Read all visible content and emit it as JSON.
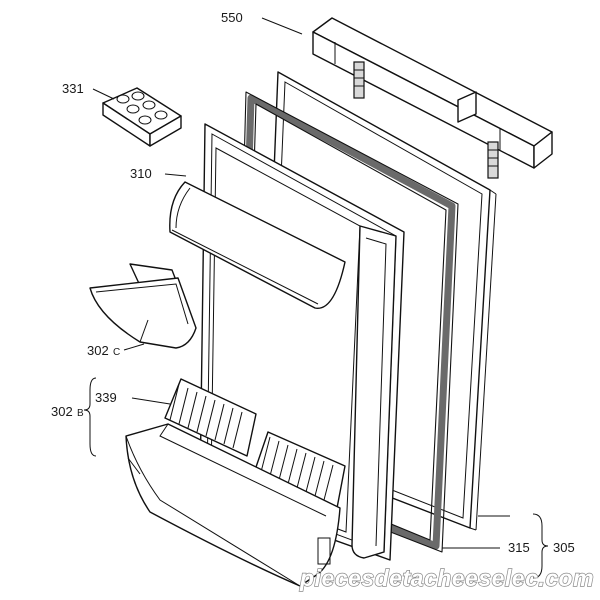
{
  "labels": {
    "hinge": "550",
    "egg_tray": "331",
    "cover": "310",
    "butter_dish_part": "302",
    "butter_dish_suffix": "C",
    "door_set_part": "302",
    "door_set_suffix": "B",
    "shelf_insert": "339",
    "gasket": "315",
    "door_panel": "305"
  },
  "watermark": "piecesdetacheeselec.com"
}
